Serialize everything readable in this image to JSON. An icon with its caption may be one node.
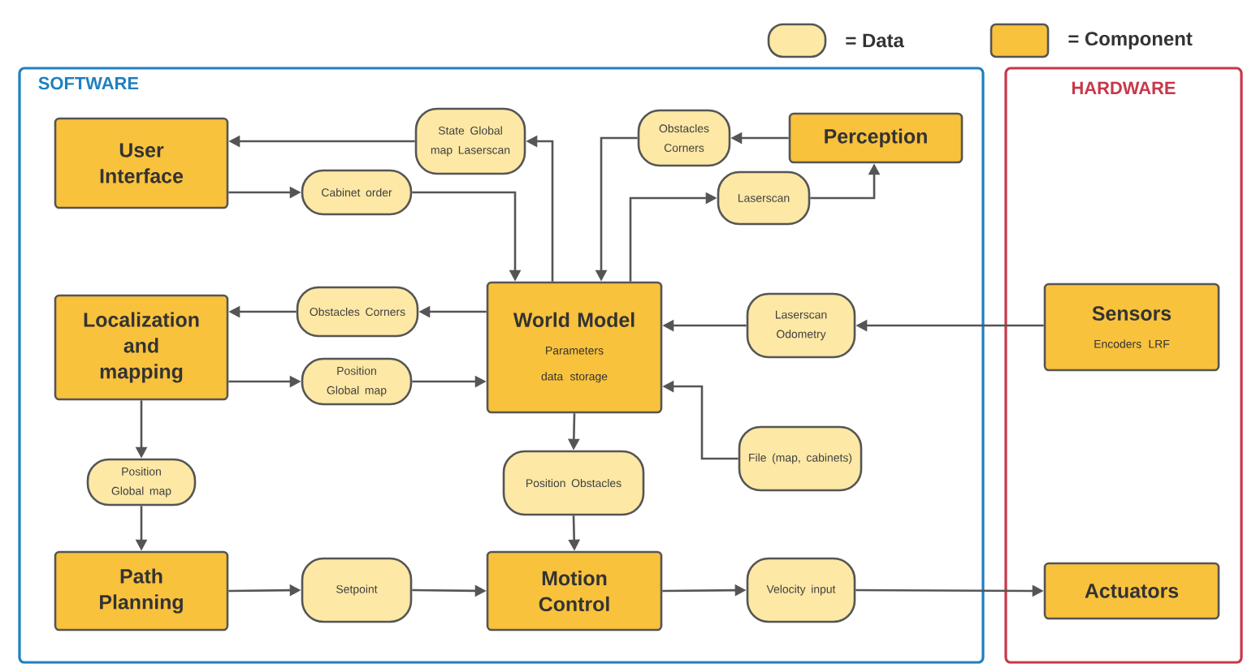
{
  "diagram": {
    "nodes": [
      {
        "text": [
          "SOFTWARE"
        ]
      },
      {
        "text": [
          "HARDWARE"
        ]
      },
      {
        "text": [
          "User Interface"
        ],
        "in": 0
      },
      {
        "text": [
          "State Global map Laserscan"
        ],
        "in": 0
      },
      {
        "text": [
          "Obstacles Corners"
        ],
        "in": 0
      },
      {
        "text": [
          "Perception"
        ],
        "in": 0
      },
      {
        "text": [
          "Cabinet order"
        ],
        "in": 0
      },
      {
        "text": [
          "Laserscan"
        ],
        "in": 0
      },
      {
        "text": [
          "Localization and mapping"
        ],
        "in": 0
      },
      {
        "text": [
          "Obstacles Corners"
        ],
        "in": 0
      },
      {
        "text": [
          "World Model",
          "Parameters data storage"
        ],
        "in": 0
      },
      {
        "text": [
          "Laserscan Odometry"
        ],
        "in": 0
      },
      {
        "text": [
          "Sensors",
          "Encoders LRF"
        ],
        "in": 1
      },
      {
        "text": [
          "Position Global map"
        ],
        "in": 0
      },
      {
        "text": [
          "Position Global map"
        ],
        "in": 0
      },
      {
        "text": [
          "Position Obstacles"
        ],
        "in": 0
      },
      {
        "text": [
          "File (map, cabinets)"
        ],
        "in": 0
      },
      {
        "text": [
          "Path Planning"
        ],
        "in": 0
      },
      {
        "text": [
          "Setpoint"
        ],
        "in": 0
      },
      {
        "text": [
          "Motion Control"
        ],
        "in": 0
      },
      {
        "text": [
          "Velocity input"
        ],
        "in": 0
      },
      {
        "text": [
          "Actuators"
        ],
        "in": 1
      }
    ],
    "edges": [
      {
        "from": 10,
        "to": 3,
        "arrow": "to"
      },
      {
        "from": 3,
        "to": 2,
        "arrow": "to"
      },
      {
        "from": 2,
        "to": 6,
        "arrow": "to"
      },
      {
        "from": 6,
        "to": 10,
        "arrow": "to"
      },
      {
        "from": 5,
        "to": 4,
        "arrow": "to"
      },
      {
        "from": 4,
        "to": 10,
        "arrow": "to"
      },
      {
        "from": 10,
        "to": 7,
        "arrow": "to"
      },
      {
        "from": 7,
        "to": 5,
        "arrow": "to"
      },
      {
        "from": 10,
        "to": 9,
        "arrow": "to"
      },
      {
        "from": 9,
        "to": 8,
        "arrow": "to"
      },
      {
        "from": 8,
        "to": 13,
        "arrow": "to"
      },
      {
        "from": 13,
        "to": 10,
        "arrow": "to"
      },
      {
        "from": 12,
        "to": 11,
        "arrow": "to"
      },
      {
        "from": 11,
        "to": 10,
        "arrow": "to"
      },
      {
        "from": 16,
        "to": 10,
        "arrow": "to"
      },
      {
        "from": 10,
        "to": 15,
        "arrow": "to"
      },
      {
        "from": 15,
        "to": 19,
        "arrow": "to"
      },
      {
        "from": 8,
        "to": 14,
        "arrow": "to"
      },
      {
        "from": 14,
        "to": 17,
        "arrow": "to"
      },
      {
        "from": 17,
        "to": 18,
        "arrow": "to"
      },
      {
        "from": 18,
        "to": 19,
        "arrow": "to"
      },
      {
        "from": 19,
        "to": 20,
        "arrow": "to"
      },
      {
        "from": 20,
        "to": 21,
        "arrow": "to"
      }
    ],
    "legend": [
      {
        "text": "= Data",
        "color": "#fde8a5"
      },
      {
        "text": "= Component",
        "color": "#f9c23c"
      }
    ]
  }
}
